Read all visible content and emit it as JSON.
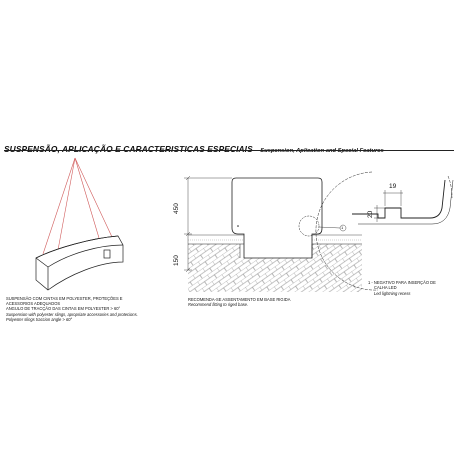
{
  "header": {
    "title": "SUSPENSÃO, APLICAÇÃO E CARACTERISTICAS ESPECIAIS",
    "subtitle": "Suspension, Aplication and Special Features"
  },
  "left_notes": {
    "pt_1": "SUSPENSÃO COM CINTAS EM POLYESTER, PROTEÇÕES E",
    "pt_2": "ACESSORIOS ADEQUADOS",
    "pt_3": "ANGULO DE TRACÇÃO DAS CINTAS EM POLYESTER > 60°",
    "en_1": "Suspension with polyester slings, apropriate accessories and protecions.",
    "en_2": "Polyester slings traccion angle > 60°"
  },
  "section": {
    "dim_top": "450",
    "dim_bottom": "150",
    "note_pt": "RECOMENDA-SE ASSENTAMENTO EM BASE RIGIDA",
    "note_en": "Recommend fitting to riged base."
  },
  "detail": {
    "dim_width": "19",
    "dim_depth": "20",
    "marker": "1",
    "note_pt_1": "1 - NEGATIVO PARA INSERÇÃO DE",
    "note_pt_2": "CALHA LED",
    "note_en": "Led lightning recess"
  },
  "colors": {
    "sling": "#d05a5a",
    "line": "#222222",
    "hatch": "#8a8a8a"
  }
}
